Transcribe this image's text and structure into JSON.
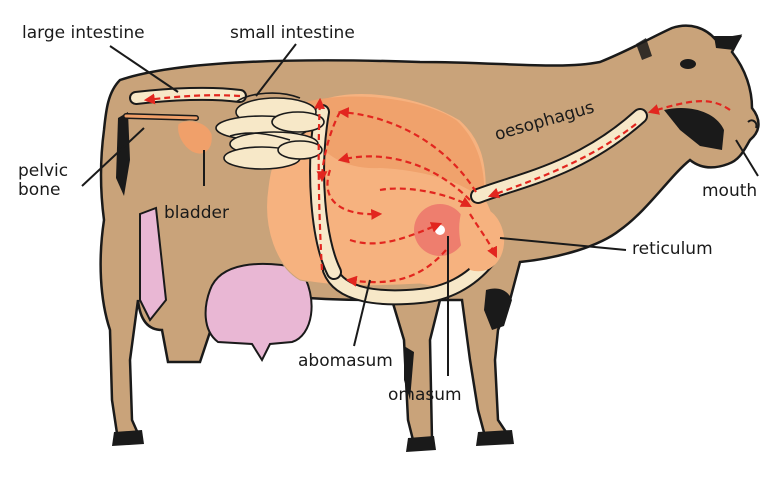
{
  "labels": {
    "large_intestine": "large intestine",
    "small_intestine": "small intestine",
    "pelvic_bone_1": "pelvic",
    "pelvic_bone_2": "bone",
    "bladder": "bladder",
    "oesophagus": "oesophagus",
    "mouth": "mouth",
    "reticulum": "reticulum",
    "abomasum": "abomasum",
    "omasum": "omasum"
  },
  "colors": {
    "hide": "#c9a37a",
    "rumen": "#f6b27f",
    "rumen_dark": "#f0a06a",
    "intestine": "#f7e8c8",
    "udder": "#e9b7d4",
    "omasum": "#ee7e6e",
    "arrow": "#e2261f",
    "outline": "#1a1a1a"
  }
}
